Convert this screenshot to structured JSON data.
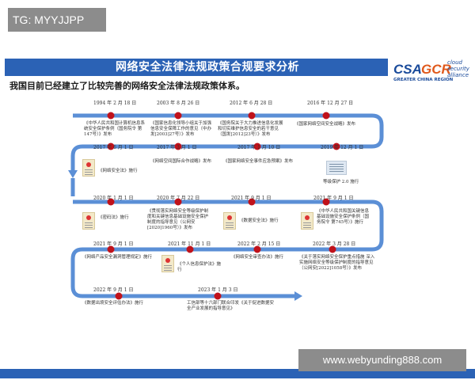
{
  "tag": "TG: MYYJJPP",
  "watermark_url": "www.webyunding888.com",
  "slide": {
    "title": "网络安全法律法规政策合规要求分析",
    "subtitle": "我国目前已经建立了比较完善的网络安全法律法规政策体系。",
    "logo": {
      "csa": "CSA",
      "gcr": "GCR",
      "cloud": [
        "cloud",
        "security",
        "alliance"
      ],
      "region": "GREATER CHINA REGION"
    },
    "accent_color": "#2b62b5",
    "dot_color": "#c0121b",
    "events": [
      {
        "date": "1994 年 2 月 18 日",
        "desc": "《中华人民共和国计算机信息系统安全保护条例（国务院令 第147号）》发布"
      },
      {
        "date": "2003 年 8 月 26 日",
        "desc": "《国家信息化领导小组关于加强信息安全保障工作的意见（中办发[2003]27号）》发布"
      },
      {
        "date": "2012 年 6 月 28 日",
        "desc": "《国务院关于大力推进信息化发展和切实维护信息安全的若干意见（国发[2012]23号）》发布"
      },
      {
        "date": "2016 年 12 月 27 日",
        "desc": "《国家网络空间安全战略》发布"
      },
      {
        "date": "2017 年 6 月 1 日",
        "desc": "《网络安全法》施行"
      },
      {
        "date": "2017 年 3 月 1 日",
        "desc": "《网络空间国际合作战略》发布"
      },
      {
        "date": "2017 年 1 月 10 日",
        "desc": "《国家网络安全事件应急预案》发布"
      },
      {
        "date": "2019 年 12 月 1 日",
        "desc": "等级保护 2.0 施行"
      },
      {
        "date": "2020 年 1 月 1 日",
        "desc": "《密码法》施行"
      },
      {
        "date": "2020 年 7 月 22 日",
        "desc": "《贯彻落实网络安全等级保护制度和关键信息基础设施安全保护制度的指导意见（公网安[2020]1960号）》发布"
      },
      {
        "date": "2021 年 9 月 1 日",
        "desc": "《数据安全法》施行"
      },
      {
        "date": "2021 年 9 月 1 日",
        "desc": "《中华人民共和国关键信息基础设施安全保护条例（国务院令 第745号）》施行"
      },
      {
        "date": "2021 年 9 月 1 日",
        "desc": "《网络产品安全漏洞管理规定》施行"
      },
      {
        "date": "2021 年 11 月 1 日",
        "desc": "《个人信息保护法》施行"
      },
      {
        "date": "2022 年 2 月 15 日",
        "desc": "《网络安全审查办法》施行"
      },
      {
        "date": "2022 年 3 月 28 日",
        "desc": "《关于落实网络安全保护重点措施 深入实施网络安全等级保护制度的指导意见（公网安[2022]1058号）》发布"
      },
      {
        "date": "2022 年 9 月 1 日",
        "desc": "《数据出境安全评估办法》施行"
      },
      {
        "date": "2023 年 1 月 3 日",
        "desc": "工信部等十六部门联合印发《关于促进数据安全产业发展的指导意见》"
      }
    ]
  }
}
